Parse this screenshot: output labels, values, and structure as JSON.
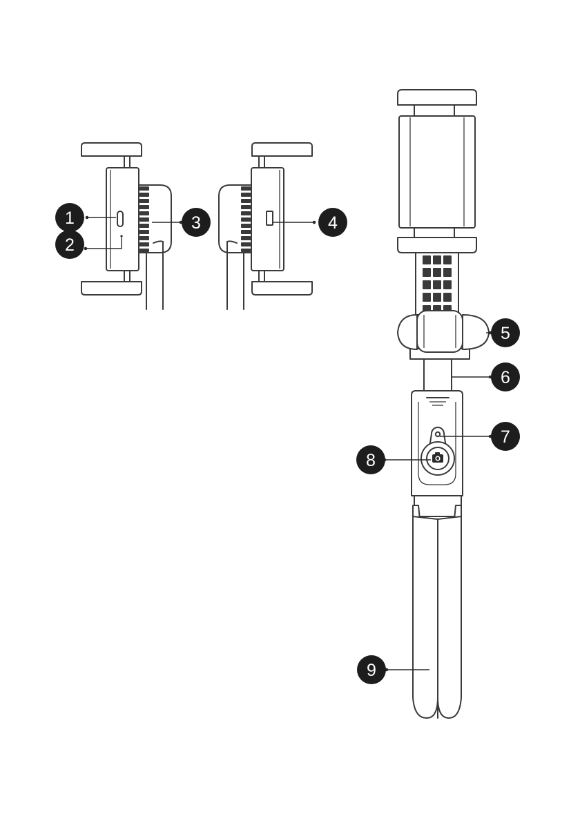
{
  "callouts": [
    {
      "id": "1",
      "label": "1"
    },
    {
      "id": "2",
      "label": "2"
    },
    {
      "id": "3",
      "label": "3"
    },
    {
      "id": "4",
      "label": "4"
    },
    {
      "id": "5",
      "label": "5"
    },
    {
      "id": "6",
      "label": "6"
    },
    {
      "id": "7",
      "label": "7"
    },
    {
      "id": "8",
      "label": "8"
    },
    {
      "id": "9",
      "label": "9"
    }
  ],
  "colors": {
    "line": "#3a3a3a",
    "callout_fill": "#1d1d1d",
    "callout_text": "#ffffff",
    "background": "#ffffff"
  },
  "icons": {
    "shutter_button": "camera-icon"
  }
}
